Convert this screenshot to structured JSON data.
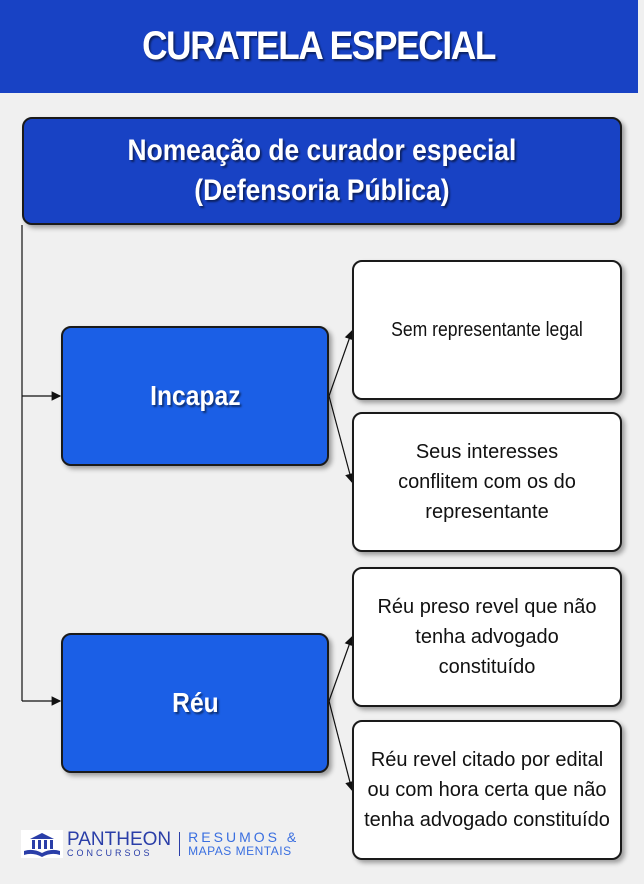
{
  "title": "CURATELA ESPECIAL",
  "root": {
    "line1": "Nomeação de curador especial",
    "line2": "(Defensoria Pública)"
  },
  "branches": [
    {
      "label": "Incapaz",
      "items": [
        "Sem representante legal",
        "Seus interesses conflitem com os do representante"
      ]
    },
    {
      "label": "Réu",
      "items": [
        "Réu preso revel que não tenha advogado constituído",
        "Réu revel citado por edital ou com hora certa que não tenha advogado constituído"
      ]
    }
  ],
  "logo": {
    "brand": "PANTHEON",
    "sub": "CONCURSOS",
    "tag1": "RESUMOS &",
    "tag2": "MAPAS MENTAIS"
  },
  "colors": {
    "primary": "#1842c4",
    "secondary": "#1b5fe6"
  }
}
